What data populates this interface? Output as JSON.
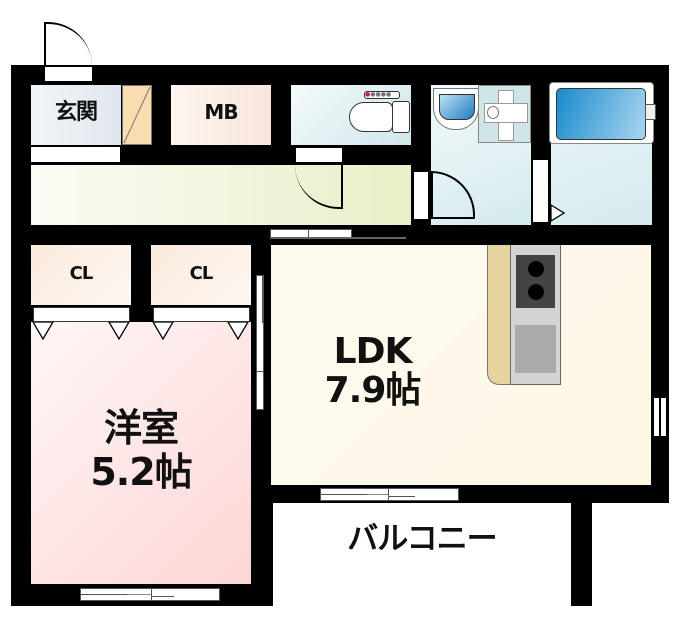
{
  "floorplan": {
    "rooms": {
      "genkan": {
        "label": "玄関"
      },
      "mb": {
        "label": "MB"
      },
      "cl1": {
        "label": "CL"
      },
      "cl2": {
        "label": "CL"
      },
      "yoshitsu": {
        "label": "洋室",
        "size": "5.2帖"
      },
      "ldk": {
        "label": "LDK",
        "size": "7.9帖"
      },
      "balcony": {
        "label": "バルコニー"
      }
    },
    "colors": {
      "wall": "#000000",
      "genkan": "#e8eef3",
      "mb": "#fbeee4",
      "toilet": "#e3f1f3",
      "bath": "#dff0f3",
      "hallway": "#eef4d8",
      "closet": "#f9eadf",
      "yoshitsu": "#fde3e3",
      "ldk": "#fdf9ec",
      "shoebox": "#f8ddb0",
      "tub": "#3a9ad6",
      "stove": "#444444",
      "sink": "#aaaaaa",
      "counter": "#e6d39e"
    }
  }
}
